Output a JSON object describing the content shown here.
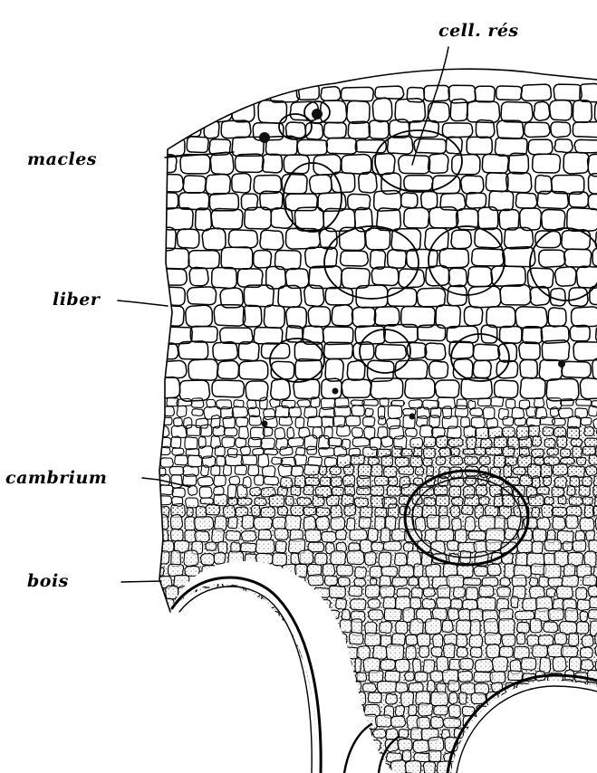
{
  "figure": {
    "labels": {
      "cell_res": "cell. rés",
      "macles": "macles",
      "liber": "liber",
      "cambrium": "cambrium",
      "bois": "bois"
    }
  },
  "colors": {
    "ink": "#000000",
    "paper": "#ffffff",
    "stipple": "#7a7a7a"
  }
}
